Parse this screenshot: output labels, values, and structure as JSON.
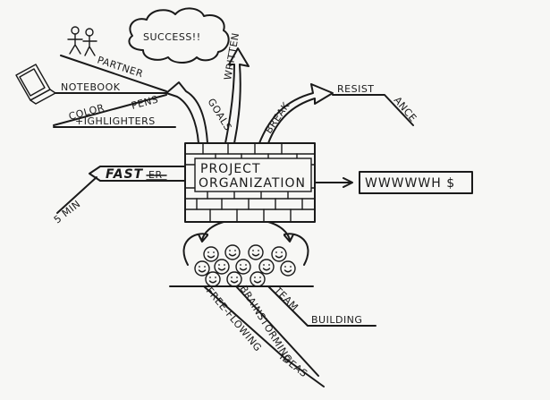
{
  "center": {
    "line1": "PROJECT",
    "line2": "ORGANIZATION"
  },
  "success": "SUCCESS!!",
  "goals": "GOALS",
  "written": "WRITTEN",
  "break": "BREAK",
  "resist": "RESIST",
  "ance": "ANCE",
  "partner": "PARTNER",
  "notebook": "NOTEBOOK",
  "color": "COLOR",
  "pens": "PENS",
  "highlighters": "+IGHLIGHTERS",
  "fast": "FAST",
  "er": "ER",
  "min": "5 MIN",
  "output": "WWWWWH $",
  "team": "TEAM",
  "building": "BUILDING",
  "brainstorming": "BRAINSTORMING",
  "free_flowing": "FREE-FLOWING",
  "ideas": "IDEAS",
  "icons": {
    "people": "stick-figures-icon",
    "laptop": "laptop-icon",
    "faces": "smiley-faces-icon",
    "wall": "brick-wall-icon"
  }
}
